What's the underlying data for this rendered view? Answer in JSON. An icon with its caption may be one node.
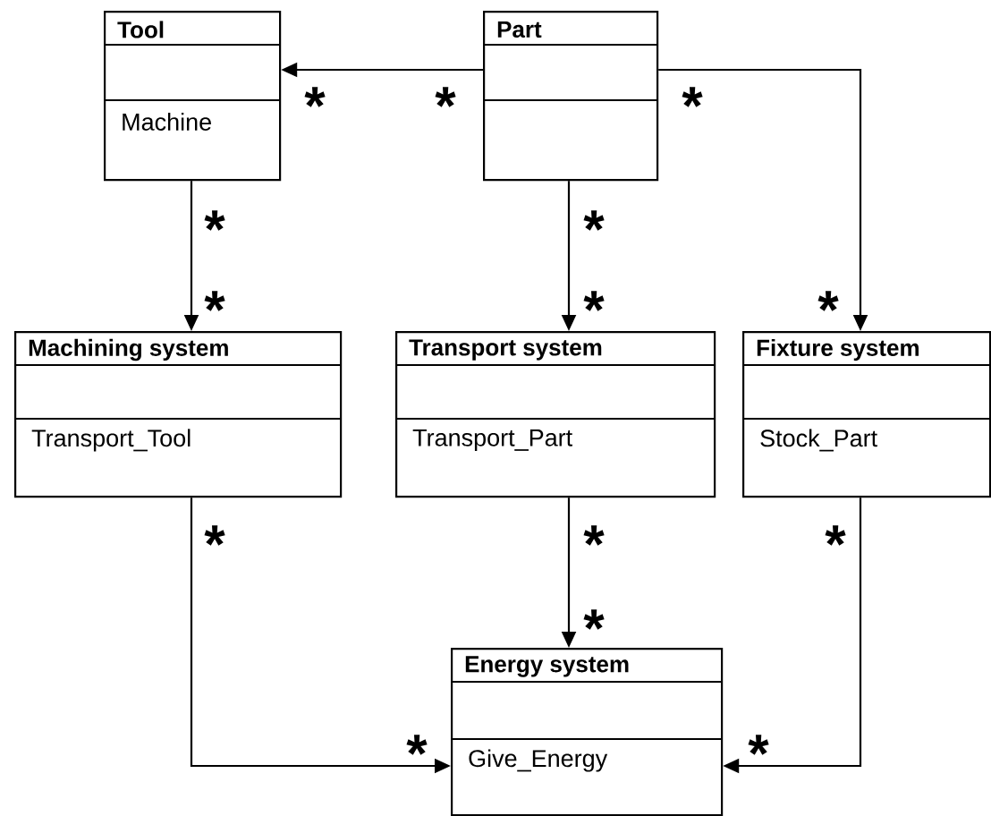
{
  "diagram": {
    "nodes": [
      {
        "text": [
          "Tool",
          "Machine"
        ]
      },
      {
        "text": [
          "Part"
        ]
      },
      {
        "text": [
          "Machining system",
          "Transport_Tool"
        ]
      },
      {
        "text": [
          "Transport system",
          "Transport_Part"
        ]
      },
      {
        "text": [
          "Fixture system",
          "Stock_Part"
        ]
      },
      {
        "text": [
          "Energy system",
          "Give_Energy"
        ]
      }
    ],
    "edges": [
      {
        "from": 1,
        "to": 0,
        "arrow": "to"
      },
      {
        "from": 1,
        "to": 4,
        "arrow": "to"
      },
      {
        "from": 0,
        "to": 2,
        "arrow": "to"
      },
      {
        "from": 1,
        "to": 3,
        "arrow": "to"
      },
      {
        "from": 2,
        "to": 5,
        "arrow": "to"
      },
      {
        "from": 3,
        "to": 5,
        "arrow": "to"
      },
      {
        "from": 4,
        "to": 5,
        "arrow": "to"
      }
    ],
    "labels": [
      "*",
      "*",
      "*",
      "*",
      "*",
      "*",
      "*",
      "*",
      "*",
      "*",
      "*",
      "*",
      "*",
      "*"
    ]
  }
}
